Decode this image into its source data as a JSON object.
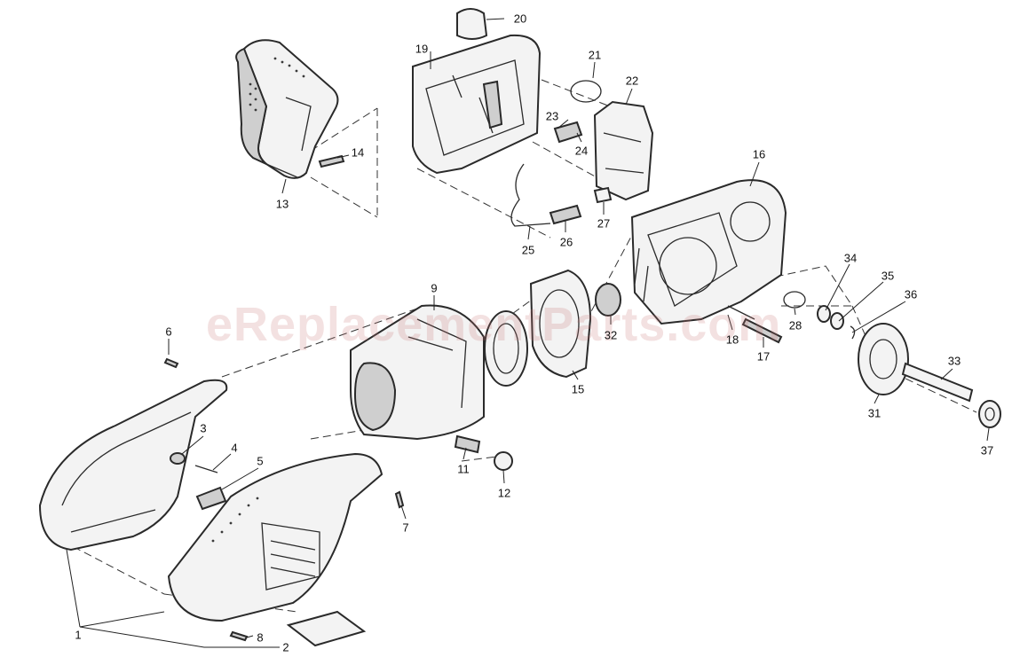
{
  "watermark": "eReplacementParts.com",
  "callouts": {
    "p1": "1",
    "p2": "2",
    "p3": "3",
    "p4": "4",
    "p5": "5",
    "p6": "6",
    "p7": "7",
    "p8": "8",
    "p9": "9",
    "p11": "11",
    "p12": "12",
    "p13": "13",
    "p14": "14",
    "p15": "15",
    "p16": "16",
    "p17": "17",
    "p18": "18",
    "p19": "19",
    "p20": "20",
    "p21": "21",
    "p22": "22",
    "p23": "23",
    "p24": "24",
    "p25": "25",
    "p26": "26",
    "p27": "27",
    "p28": "28",
    "p31": "31",
    "p32": "32",
    "p33": "33",
    "p34": "34",
    "p35": "35",
    "p36": "36",
    "p37": "37"
  }
}
